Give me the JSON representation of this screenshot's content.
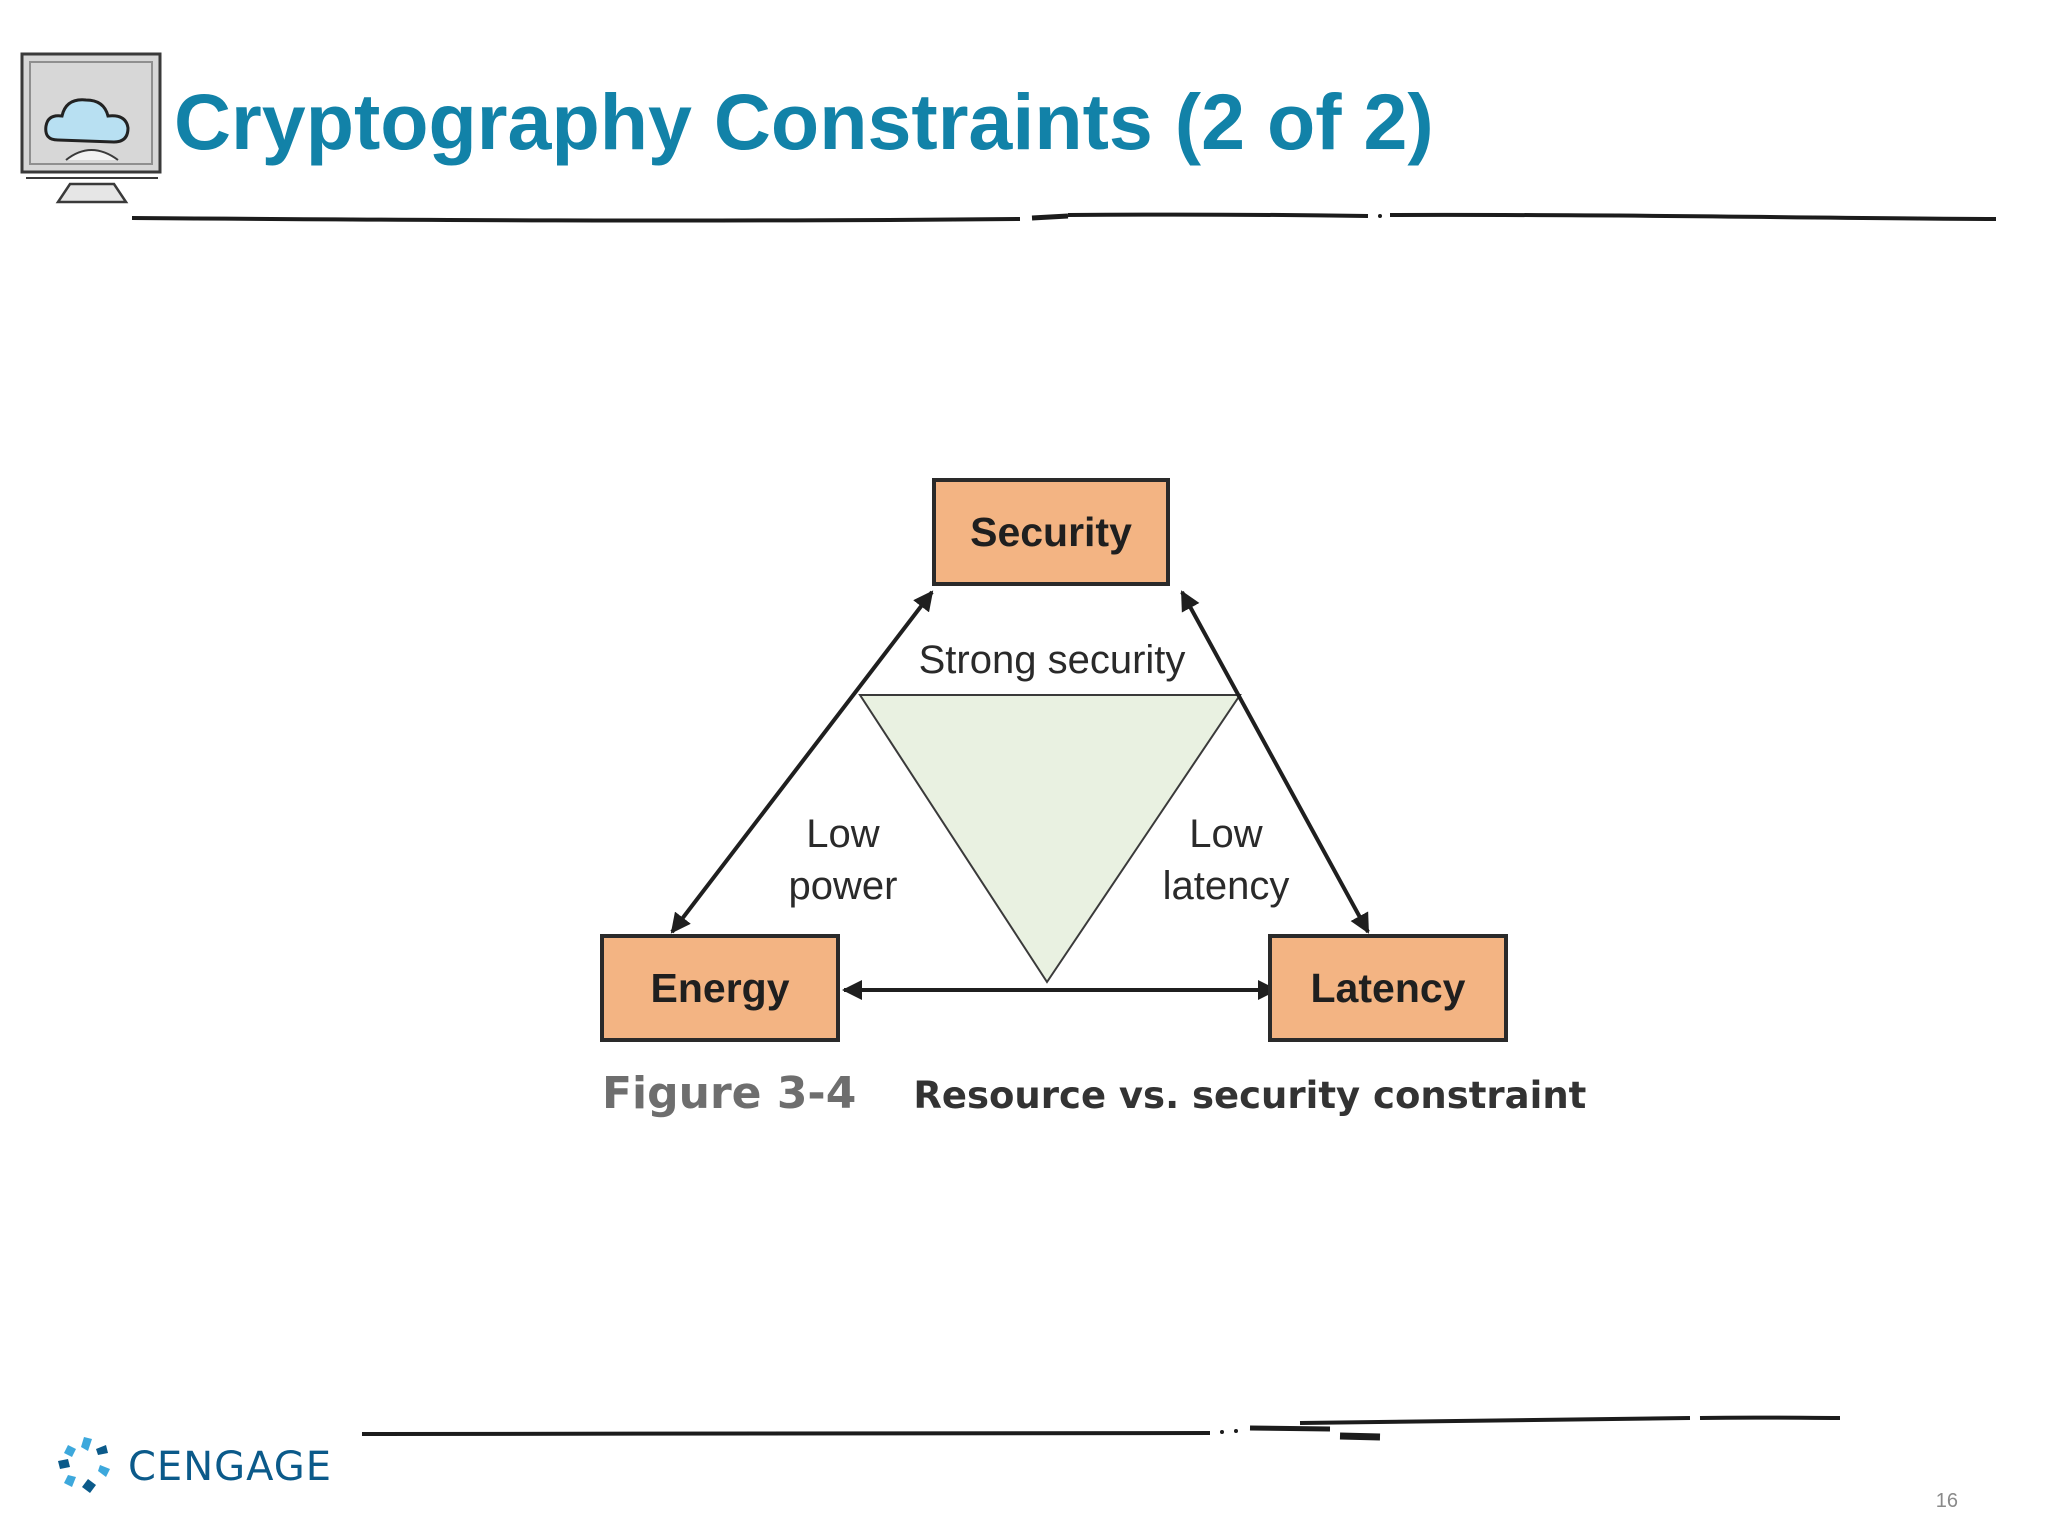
{
  "slide": {
    "title": "Cryptography Constraints (2 of 2)",
    "page_number": "16",
    "header_icon": "monitor-cloud-icon",
    "title_color": "#1282a8"
  },
  "figure": {
    "nodes": {
      "security": "Security",
      "energy": "Energy",
      "latency": "Latency"
    },
    "edge_labels": {
      "top": "Strong security",
      "left_line1": "Low",
      "left_line2": "power",
      "right_line1": "Low",
      "right_line2": "latency"
    },
    "caption": {
      "number": "Figure 3-4",
      "text": "Resource vs. security constraint"
    },
    "colors": {
      "node_fill": "#f3b483",
      "triangle_fill": "#e9f1e1",
      "stroke": "#2a2a2a"
    }
  },
  "footer": {
    "logo_text": "CENGAGE",
    "logo_icon": "cengage-logo-icon"
  }
}
